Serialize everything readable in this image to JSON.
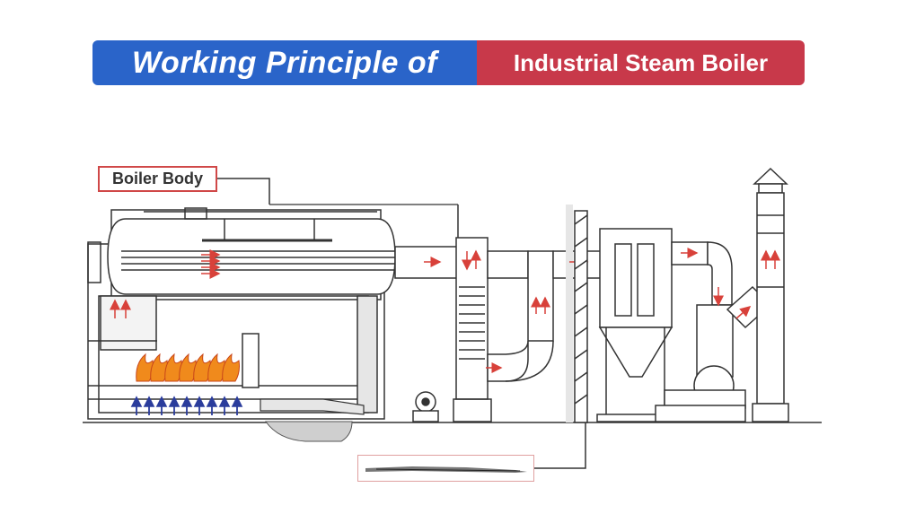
{
  "title": {
    "left_text": "Working Principle of",
    "right_text": "Industrial Steam Boiler",
    "left_color": "#2a64c9",
    "right_color": "#c8394a"
  },
  "labels": {
    "boiler_body": "Boiler Body"
  },
  "colors": {
    "line": "#333333",
    "flow_arrow": "#d8413a",
    "air_arrow": "#2a3c9c",
    "flame": "#f08a1c",
    "callout_border": "#d04848"
  }
}
